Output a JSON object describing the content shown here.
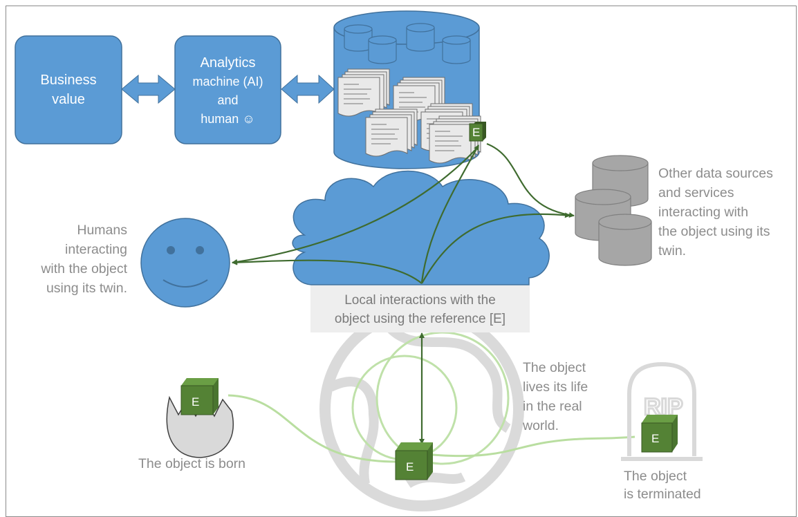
{
  "business_value": {
    "line1": "Business",
    "line2": "value"
  },
  "analytics": {
    "line1": "Analytics",
    "line2": "machine (AI)",
    "line3": "and",
    "line4": "human ☺"
  },
  "other_sources": {
    "lines": [
      "Other data sources",
      "and services",
      "interacting with",
      "the object using its",
      "twin."
    ]
  },
  "humans": {
    "lines": [
      "Humans",
      "interacting",
      "with the object",
      "using its twin."
    ]
  },
  "local": {
    "line1": "Local interactions with the",
    "line2": "object using the reference [E]"
  },
  "born": {
    "label": "The object is born"
  },
  "lives": {
    "lines": [
      "The object",
      "lives its life",
      "in the real",
      "world."
    ]
  },
  "terminated": {
    "line1": "The object",
    "line2": "is terminated"
  },
  "tombstone_text": "RIP",
  "cube_letter": "E",
  "colors": {
    "blue": "#5b9bd5",
    "blue_dark": "#41719c",
    "green": "#548235",
    "green_dark": "#385723",
    "arrow_green": "#3f6b2f",
    "light_green": "#a9d18e",
    "gray": "#a6a6a6",
    "text_gray": "#8c8c8c"
  }
}
